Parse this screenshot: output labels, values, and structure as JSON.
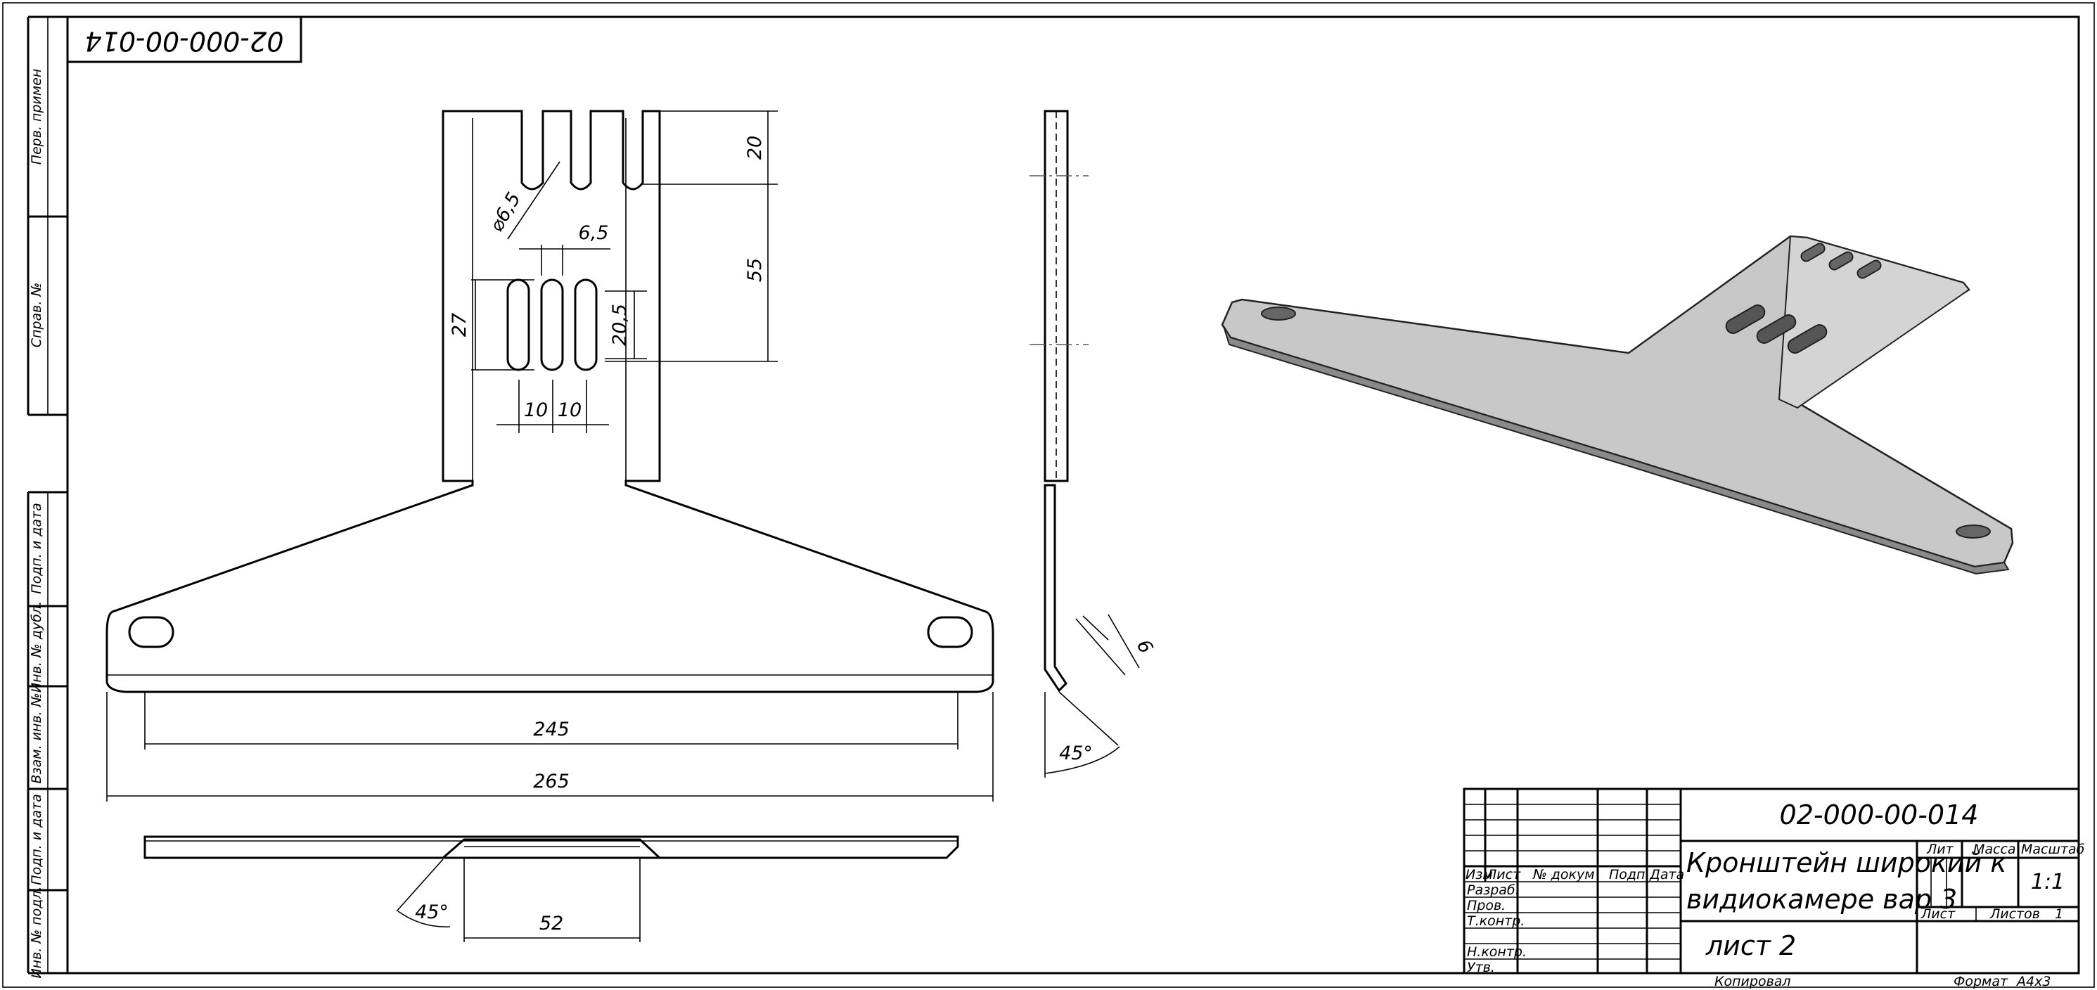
{
  "corner_code": "02-000-00-014",
  "side_labels": [
    "Перв. примен",
    "Справ. №",
    "Подп. и дата",
    "Инв. № дубл.",
    "Взам. инв. №",
    "Подп. и дата",
    "Инв. № подл."
  ],
  "dimensions": {
    "d_slot_top": "20",
    "d_gap": "55",
    "d_hole": "⌀6,5",
    "d_slot_w": "6,5",
    "d_slot_h": "27",
    "d_slot_inner": "20,5",
    "d_pitch1": "10",
    "d_pitch2": "10",
    "d_holes": "245",
    "d_width": "265",
    "d_angle_bottom": "45°",
    "d_bend": "52",
    "d_side_len": "6",
    "d_side_angle": "45°"
  },
  "title_block": {
    "code": "02-000-00-014",
    "name_line1": "Кронштейн широкий к",
    "name_line2": "видиокамере вар 3",
    "sheet_name": "лист 2",
    "scale_value": "1:1",
    "col_headers": [
      "Изм",
      "Лист",
      "№ докум",
      "Подп",
      "Дата"
    ],
    "rows": [
      "Разраб.",
      "Пров.",
      "Т.контр.",
      "Н.контр.",
      "Утв."
    ],
    "lit_label": "Лит",
    "mass_label": "Масса",
    "scale_label": "Масштаб",
    "sheet_label": "Лист",
    "sheets_label": "Листов",
    "sheets_value": "1",
    "copied_label": "Копировал",
    "format_label": "Формат",
    "format_value": "A4x3"
  }
}
